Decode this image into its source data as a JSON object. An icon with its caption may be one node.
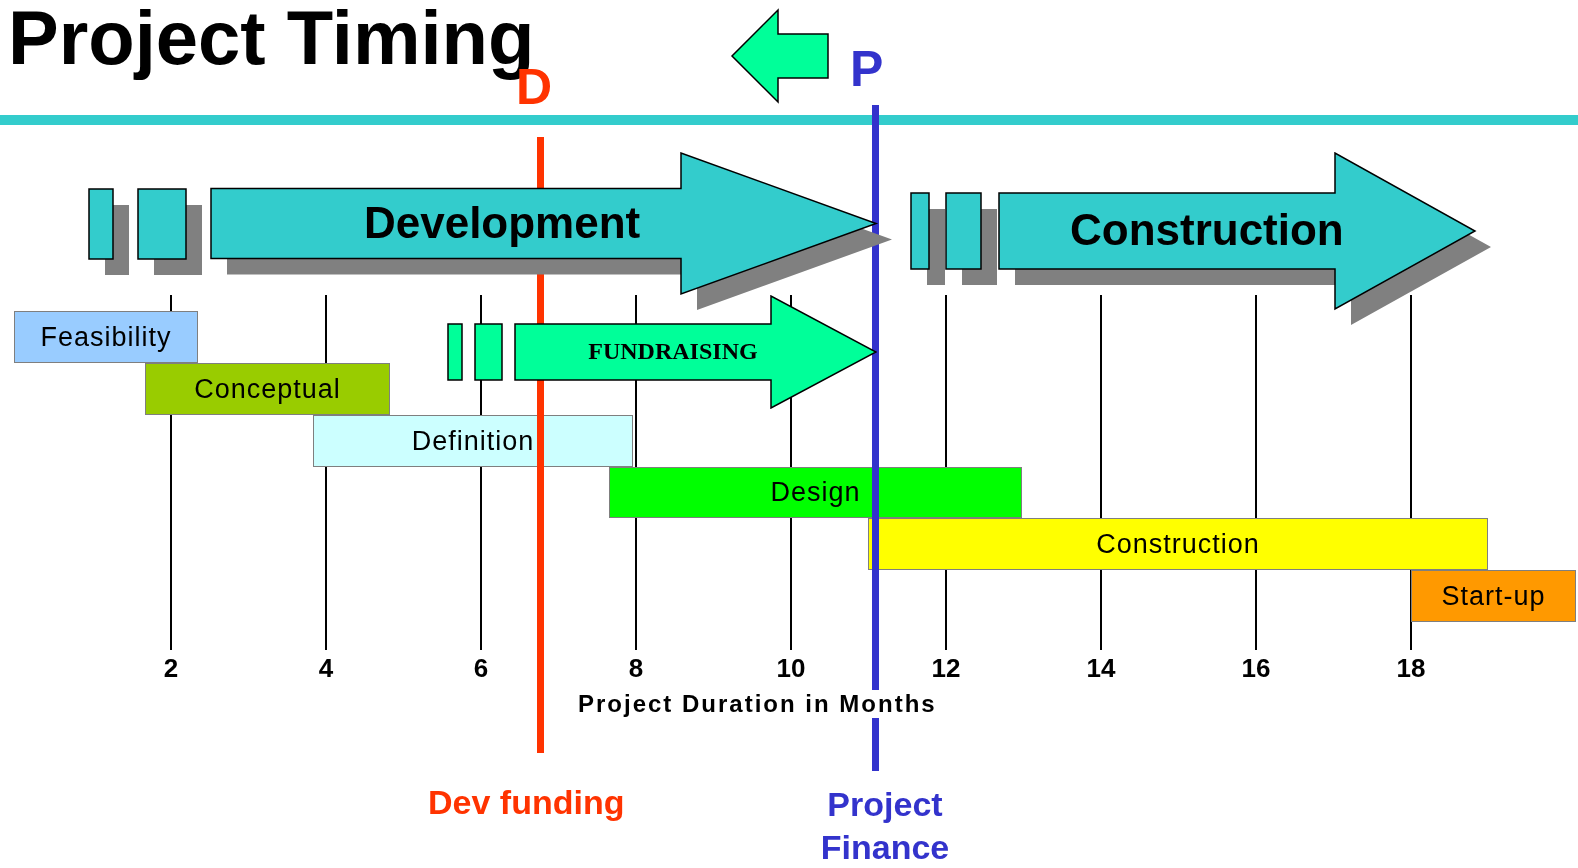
{
  "diagram": {
    "title": "Project Timing",
    "nodes": [
      {
        "text": [],
        "shape": "box"
      },
      {
        "text": [],
        "shape": "box"
      },
      {
        "text": [
          "Development"
        ]
      },
      {
        "text": [],
        "shape": "box"
      },
      {
        "text": [],
        "shape": "box"
      },
      {
        "text": [
          "Construction"
        ]
      },
      {
        "text": [
          "Feasibility"
        ]
      },
      {
        "text": [],
        "shape": "box"
      },
      {
        "text": [],
        "shape": "box"
      },
      {
        "text": [
          "FUNDRAISING"
        ]
      },
      {
        "text": [
          "Conceptual"
        ]
      },
      {
        "text": [
          "Definition"
        ]
      },
      {
        "text": [
          "Design"
        ]
      },
      {
        "text": [
          "Construction"
        ]
      },
      {
        "text": [
          "Start-up"
        ]
      }
    ],
    "labels": [
      "D",
      "P",
      "2",
      "4",
      "6",
      "8",
      "10",
      "12",
      "14",
      "16",
      "18",
      "Project Duration in Months",
      "Dev funding",
      "Project Finance"
    ]
  }
}
